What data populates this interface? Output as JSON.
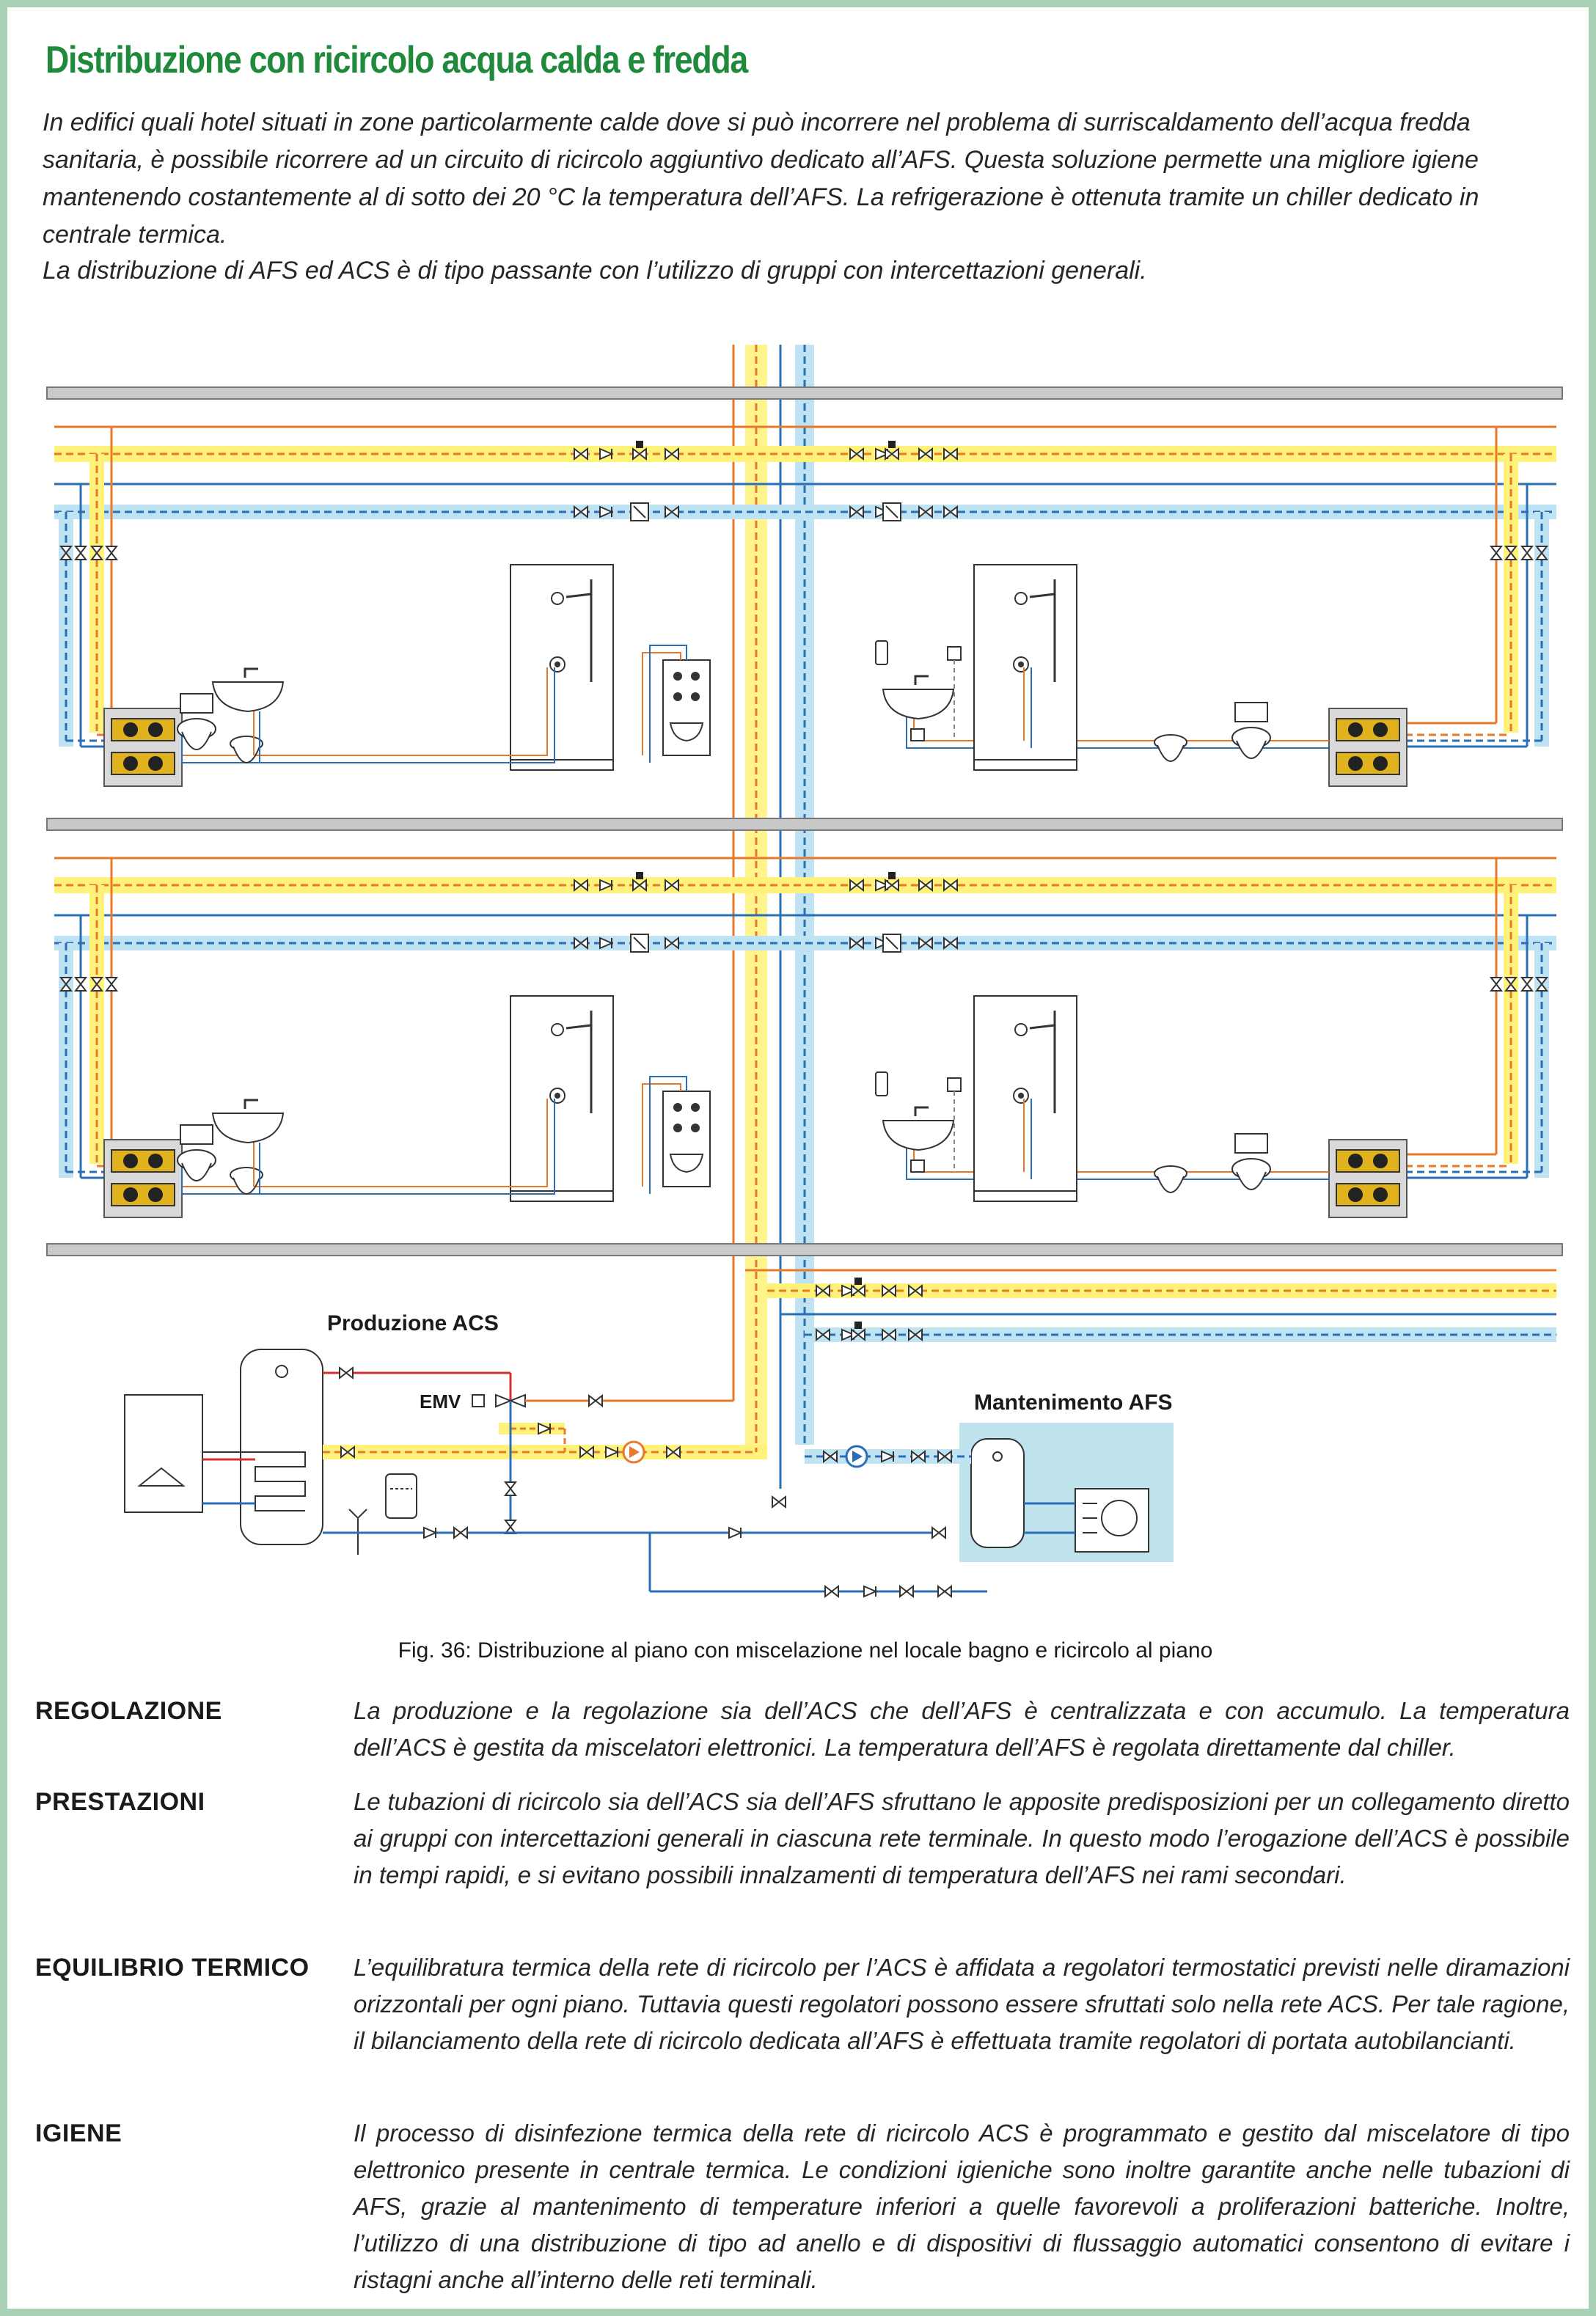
{
  "title": "Distribuzione con ricircolo acqua calda e fredda",
  "intro": {
    "paragraph1": "In edifici quali hotel situati in zone particolarmente calde dove si può incorrere nel problema di surriscaldamento dell’acqua fredda sanitaria, è possibile ricorrere ad un circuito di ricircolo aggiuntivo dedicato all’AFS. Questa soluzione permette una migliore igiene mantenendo costantemente al di sotto dei 20 °C la temperatura dell’AFS. La refrigerazione è ottenuta tramite un chiller dedicato in centrale termica.",
    "paragraph2": "La distribuzione di AFS ed ACS è di tipo passante con l’utilizzo di gruppi con intercettazioni generali."
  },
  "diagram": {
    "labels": {
      "production": "Produzione ACS",
      "emv": "EMV",
      "maintenance": "Mantenimento AFS"
    },
    "colors": {
      "hot": "#e8792b",
      "hot_recirc_highlight": "#fff27a",
      "cold": "#2a6fb5",
      "cold_recirc_highlight": "#bfe3f2",
      "supply": "#d32f2f",
      "floor_slab": "#c9c9c9",
      "manifold": "#e0b21e",
      "afs_box": "#bfe3ec"
    },
    "icons": [
      "valve-icon",
      "thermostatic-valve-icon",
      "flow-regulator-icon",
      "manifold-icon",
      "shower-icon",
      "washbasin-icon",
      "wc-icon",
      "bidet-icon",
      "boiler-icon",
      "pump-icon",
      "chiller-icon",
      "storage-tank-icon"
    ]
  },
  "caption": "Fig. 36: Distribuzione al piano con miscelazione nel locale bagno e ricircolo al piano",
  "sections": [
    {
      "label": "REGOLAZIONE",
      "text": "La produzione e la regolazione sia dell’ACS che dell’AFS è centralizzata e con accumulo. La temperatura dell’ACS è gestita da miscelatori elettronici. La temperatura dell’AFS è regolata direttamente dal chiller."
    },
    {
      "label": "PRESTAZIONI",
      "text": "Le tubazioni di ricircolo sia dell’ACS sia dell’AFS sfruttano le apposite predisposizioni per un collegamento diretto ai gruppi con intercettazioni generali in ciascuna rete terminale. In questo modo l’erogazione dell’ACS è possibile in tempi rapidi, e si evitano possibili innalzamenti di temperatura dell’AFS nei rami secondari."
    },
    {
      "label": "EQUILIBRIO TERMICO",
      "text": "L’equilibratura termica della rete di ricircolo per l’ACS è affidata a regolatori termostatici previsti nelle diramazioni orizzontali per ogni piano. Tuttavia questi regolatori possono essere sfruttati solo nella rete ACS. Per tale ragione, il bilanciamento della rete di ricircolo dedicata all’AFS è effettuata tramite regolatori di portata autobilancianti."
    },
    {
      "label": "IGIENE",
      "text": "Il processo di disinfezione termica della rete di ricircolo ACS è programmato e gestito dal miscelatore di tipo elettronico presente in centrale termica. Le condizioni igieniche sono inoltre garantite anche nelle tubazioni di AFS, grazie al mantenimento di temperature inferiori a quelle favorevoli a proliferazioni batteriche. Inoltre, l’utilizzo di una distribuzione di tipo ad anello e di dispositivi di flussaggio automatici consentono di evitare i ristagni anche all’interno delle reti terminali."
    }
  ]
}
